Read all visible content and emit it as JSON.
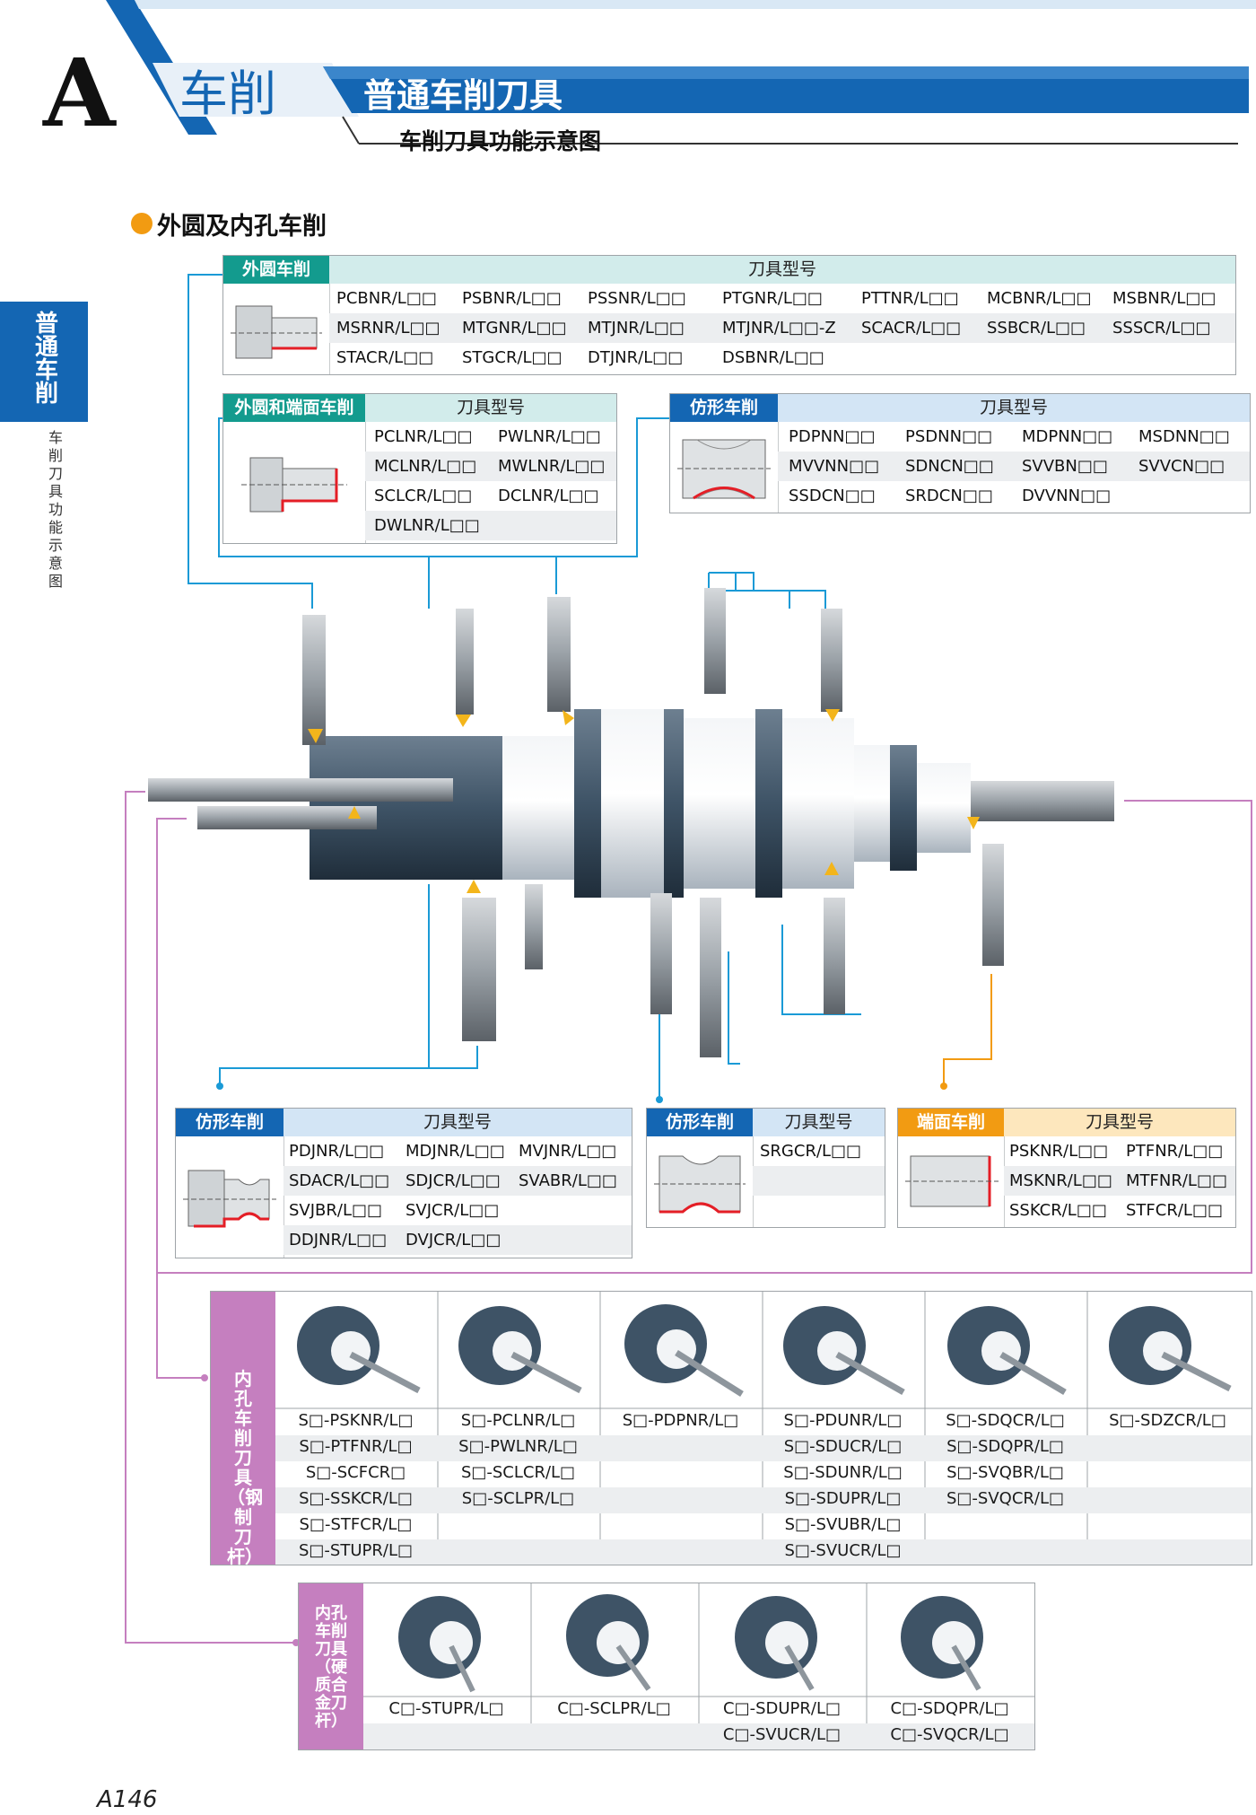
{
  "header": {
    "letter": "A",
    "category": "车削",
    "title": "普通车削刀具",
    "subtitle": "车削刀具功能示意图"
  },
  "section": "外圆及内孔车削",
  "side_tab": {
    "label": "普通车削",
    "sub": "车削刀具功能示意图"
  },
  "colors": {
    "blue": "#1466b3",
    "teal": "#139b8e",
    "orange": "#f29b12",
    "pink": "#c57fbf"
  },
  "tables": {
    "outer": {
      "label": "外圆车削",
      "col": "刀具型号",
      "rows": [
        [
          "PCBNR/L□□",
          "PSBNR/L□□",
          "PSSNR/L□□",
          "PTGNR/L□□",
          "PTTNR/L□□",
          "MCBNR/L□□",
          "MSBNR/L□□"
        ],
        [
          "MSRNR/L□□",
          "MTGNR/L□□",
          "MTJNR/L□□",
          "MTJNR/L□□-Z",
          "SCACR/L□□",
          "SSBCR/L□□",
          "SSSCR/L□□"
        ],
        [
          "STACR/L□□",
          "STGCR/L□□",
          "DTJNR/L□□",
          "DSBNR/L□□",
          "",
          "",
          ""
        ]
      ]
    },
    "outer_face": {
      "label": "外圆和端面车削",
      "col": "刀具型号",
      "rows": [
        [
          "PCLNR/L□□",
          "PWLNR/L□□"
        ],
        [
          "MCLNR/L□□",
          "MWLNR/L□□"
        ],
        [
          "SCLCR/L□□",
          "DCLNR/L□□"
        ],
        [
          "DWLNR/L□□",
          ""
        ]
      ]
    },
    "profile_top": {
      "label": "仿形车削",
      "col": "刀具型号",
      "rows": [
        [
          "PDPNN□□",
          "PSDNN□□",
          "MDPNN□□",
          "MSDNN□□"
        ],
        [
          "MVVNN□□",
          "SDNCN□□",
          "SVVBN□□",
          "SVVCN□□"
        ],
        [
          "SSDCN□□",
          "SRDCN□□",
          "DVVNN□□",
          ""
        ]
      ]
    },
    "profile_left": {
      "label": "仿形车削",
      "col": "刀具型号",
      "rows": [
        [
          "PDJNR/L□□",
          "MDJNR/L□□",
          "MVJNR/L□□"
        ],
        [
          "SDACR/L□□",
          "SDJCR/L□□",
          "SVABR/L□□"
        ],
        [
          "SVJBR/L□□",
          "SVJCR/L□□",
          ""
        ],
        [
          "DDJNR/L□□",
          "DVJCR/L□□",
          ""
        ]
      ]
    },
    "profile_mid": {
      "label": "仿形车削",
      "col": "刀具型号",
      "rows": [
        [
          "SRGCR/L□□"
        ],
        [
          ""
        ],
        [
          ""
        ]
      ]
    },
    "face": {
      "label": "端面车削",
      "col": "刀具型号",
      "rows": [
        [
          "PSKNR/L□□",
          "PTFNR/L□□"
        ],
        [
          "MSKNR/L□□",
          "MTFNR/L□□"
        ],
        [
          "SSKCR/L□□",
          "STFCR/L□□"
        ]
      ]
    }
  },
  "bore_steel": {
    "label": "内孔车削刀具（钢制刀杆）",
    "columns": [
      [
        "S□-PSKNR/L□",
        "S□-PTFNR/L□",
        "S□-SCFCR□",
        "S□-SSKCR/L□",
        "S□-STFCR/L□",
        "S□-STUPR/L□"
      ],
      [
        "S□-PCLNR/L□",
        "S□-PWLNR/L□",
        "S□-SCLCR/L□",
        "S□-SCLPR/L□",
        "",
        ""
      ],
      [
        "S□-PDPNR/L□",
        "",
        "",
        "",
        "",
        ""
      ],
      [
        "S□-PDUNR/L□",
        "S□-SDUCR/L□",
        "S□-SDUNR/L□",
        "S□-SDUPR/L□",
        "S□-SVUBR/L□",
        "S□-SVUCR/L□"
      ],
      [
        "S□-SDQCR/L□",
        "S□-SDQPR/L□",
        "S□-SVQBR/L□",
        "S□-SVQCR/L□",
        "",
        ""
      ],
      [
        "S□-SDZCR/L□",
        "",
        "",
        "",
        "",
        ""
      ]
    ]
  },
  "bore_carbide": {
    "label": "内孔车削刀具（硬质合金刀杆）",
    "columns": [
      [
        "C□-STUPR/L□",
        ""
      ],
      [
        "C□-SCLPR/L□",
        ""
      ],
      [
        "C□-SDUPR/L□",
        "C□-SVUCR/L□"
      ],
      [
        "C□-SDQPR/L□",
        "C□-SVQCR/L□"
      ]
    ]
  },
  "page_number": "A146"
}
